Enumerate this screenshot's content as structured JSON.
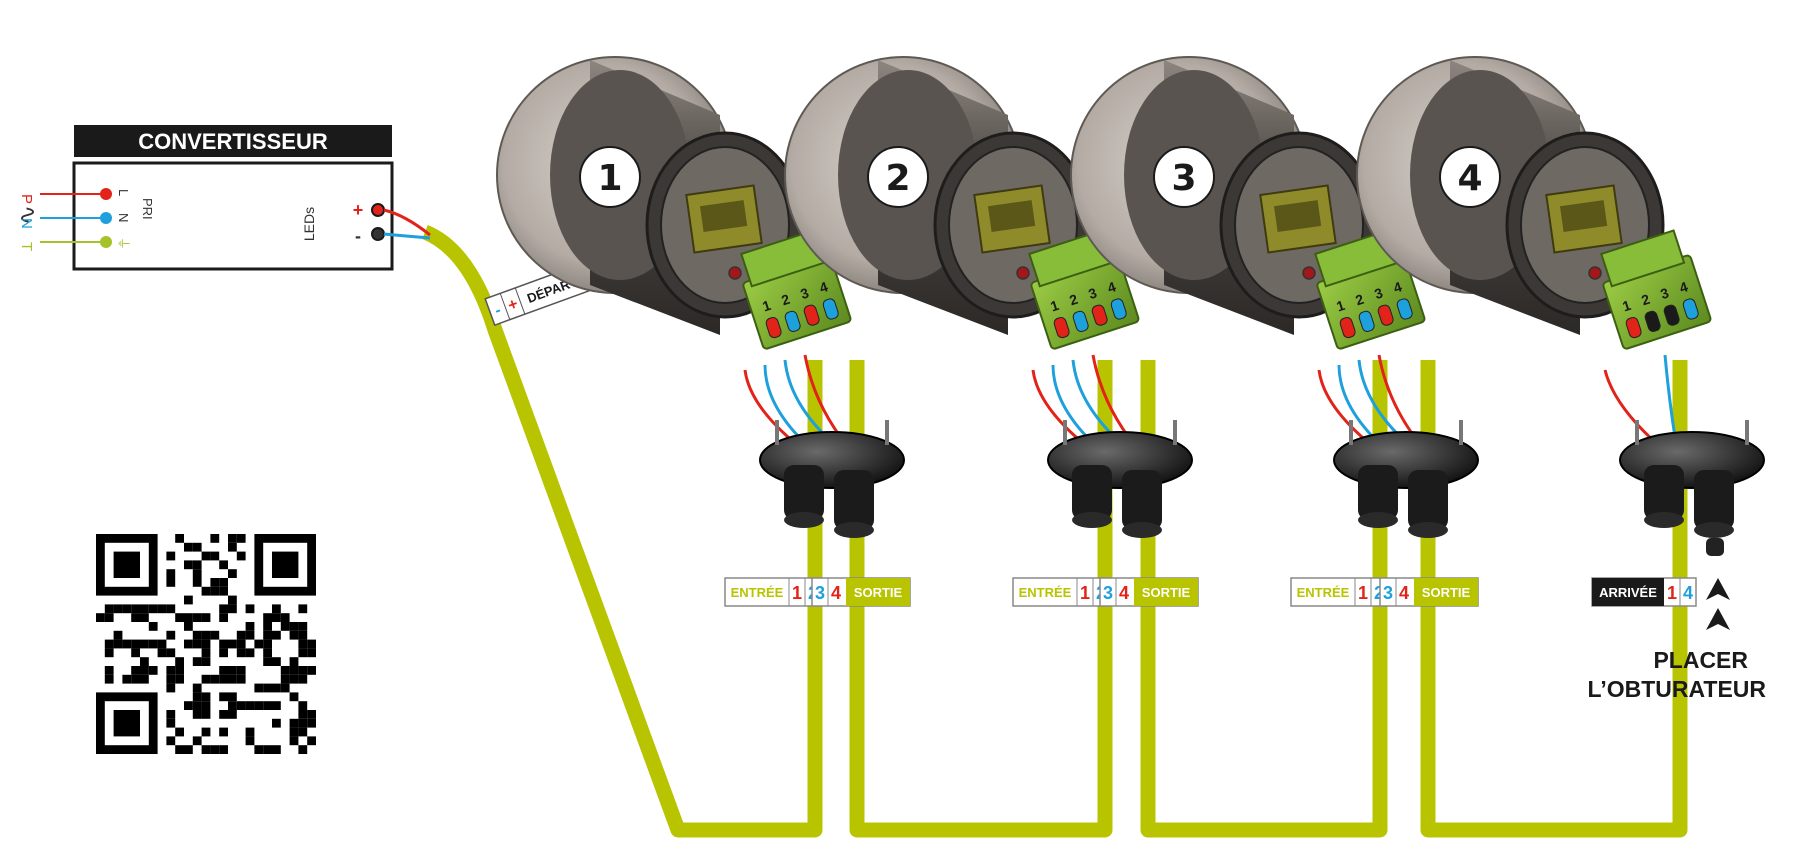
{
  "converter": {
    "title": "CONVERTISSEUR",
    "mains_symbol": "∿",
    "phase_in": "P",
    "neutral_in": "N",
    "earth_in": "T",
    "phase_out": "L",
    "neutral_out": "N",
    "earth_out": "⏚",
    "primary_label": "PRI",
    "leds_label": "LEDs",
    "plus": "+",
    "minus": "-"
  },
  "start_tag": {
    "minus": "-",
    "plus": "+",
    "label": "DÉPART"
  },
  "lights": [
    {
      "number": "1"
    },
    {
      "number": "2"
    },
    {
      "number": "3"
    },
    {
      "number": "4"
    }
  ],
  "connector_pins": [
    "1",
    "2",
    "3",
    "4"
  ],
  "tags": {
    "entry": {
      "label": "ENTRÉE",
      "pin_a": "1",
      "pin_b": "2"
    },
    "exit": {
      "pin_a": "3",
      "pin_b": "4",
      "label": "SORTIE"
    },
    "arrival": {
      "label": "ARRIVÉE",
      "pin_a": "1",
      "pin_b": "4"
    }
  },
  "note": {
    "line1": "PLACER",
    "line2": "L’OBTURATEUR"
  },
  "colors": {
    "cable": "#b8c400",
    "positive_wire": "#e2231a",
    "negative_wire": "#1ea0dc",
    "earth_wire": "#a6c22a",
    "connector": "#7fb02e",
    "housing_outer": "#9d958f",
    "housing_inner": "#4a4541",
    "driver_board": "#8f8a2a",
    "label_dark": "#1a1a1a"
  }
}
